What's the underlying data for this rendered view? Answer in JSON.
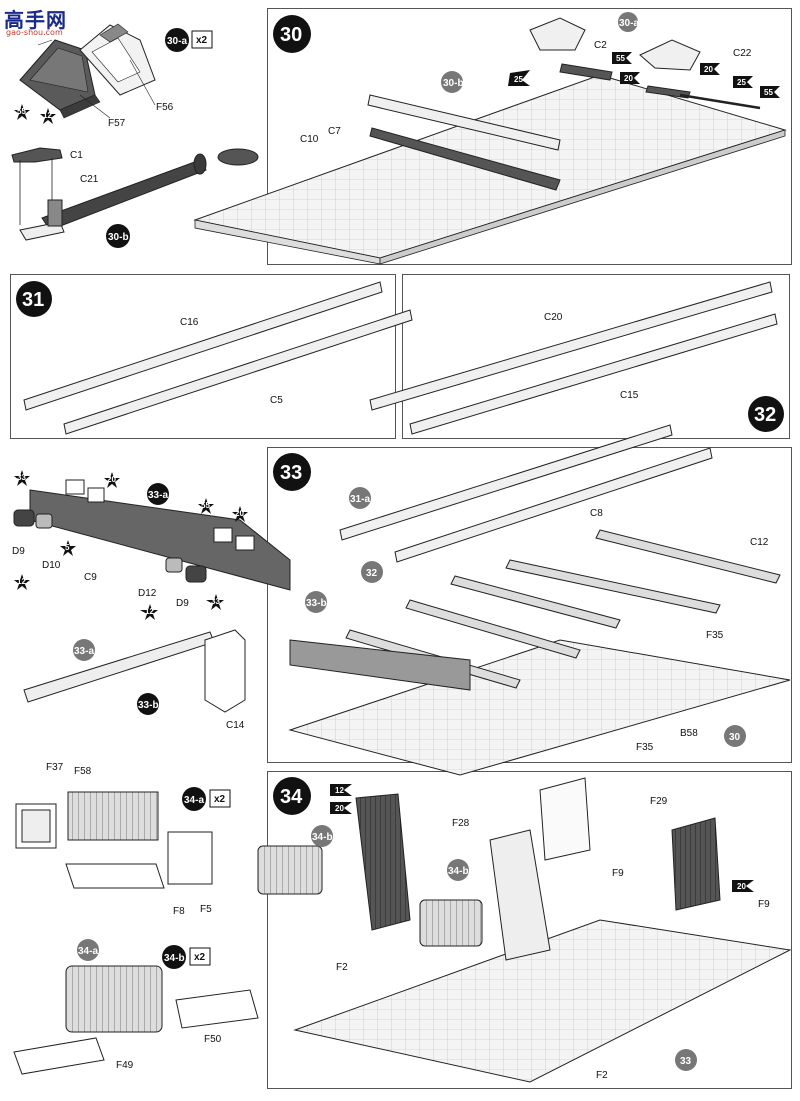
{
  "logo": {
    "text": "高手网",
    "subtext": "gao-shou.com"
  },
  "steps": {
    "s30": "30",
    "s31": "31",
    "s32": "32",
    "s33": "33",
    "s34": "34"
  },
  "subassemblies": {
    "a30": "30-a",
    "b30": "30-b",
    "a31": "31-a",
    "a33": "33-a",
    "b33": "33-b",
    "a34": "34-a",
    "b34": "34-b",
    "ref32": "32",
    "ref30": "30",
    "ref33": "33"
  },
  "multipliers": {
    "x2": "x2"
  },
  "paint_codes": {
    "p55": "55",
    "p12": "12",
    "p25": "25",
    "p20": "20",
    "p33": "33",
    "p5": "5"
  },
  "parts": {
    "F56": "F56",
    "F57": "F57",
    "C1": "C1",
    "C21": "C21",
    "C2": "C2",
    "C22": "C22",
    "C7": "C7",
    "C10": "C10",
    "C16": "C16",
    "C5": "C5",
    "C20": "C20",
    "C15": "C15",
    "D9": "D9",
    "D10": "D10",
    "C9": "C9",
    "D12": "D12",
    "C14": "C14",
    "C8": "C8",
    "C12": "C12",
    "F35": "F35",
    "B58": "B58",
    "F37": "F37",
    "F58": "F58",
    "F8": "F8",
    "F5": "F5",
    "F49": "F49",
    "F50": "F50",
    "F28": "F28",
    "F29": "F29",
    "F9": "F9",
    "F2": "F2"
  },
  "colors": {
    "part_dark": "#4a4a4a",
    "part_light": "#e8e8e8",
    "line": "#222222",
    "badge": "#111111",
    "badge_grey": "#6e6e6e"
  }
}
